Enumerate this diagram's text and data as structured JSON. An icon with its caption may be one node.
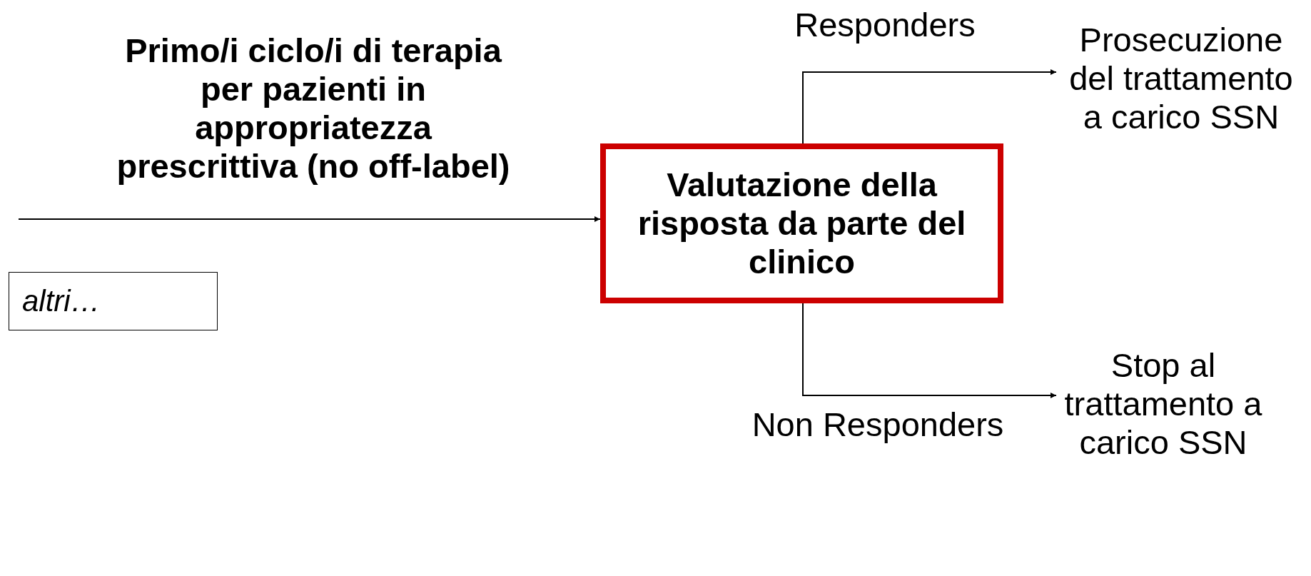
{
  "diagram": {
    "nodes": [
      {
        "text": [
          "Valutazione della risposta da parte del clinico"
        ]
      },
      {
        "text": [
          "Prosecuzione del trattamento a carico SSN"
        ]
      },
      {
        "text": [
          "Stop al trattamento a carico SSN"
        ]
      },
      {
        "text": [
          "altri…"
        ]
      }
    ],
    "edges": [
      {
        "from": null,
        "to": 0,
        "arrow": "to",
        "label": "Primo/i ciclo/i di terapia per pazienti in appropriatezza prescrittiva (no off-label)"
      },
      {
        "from": 0,
        "to": 1,
        "arrow": "to",
        "label": "Responders"
      },
      {
        "from": 0,
        "to": 2,
        "arrow": "to",
        "label": "Non Responders"
      }
    ]
  }
}
